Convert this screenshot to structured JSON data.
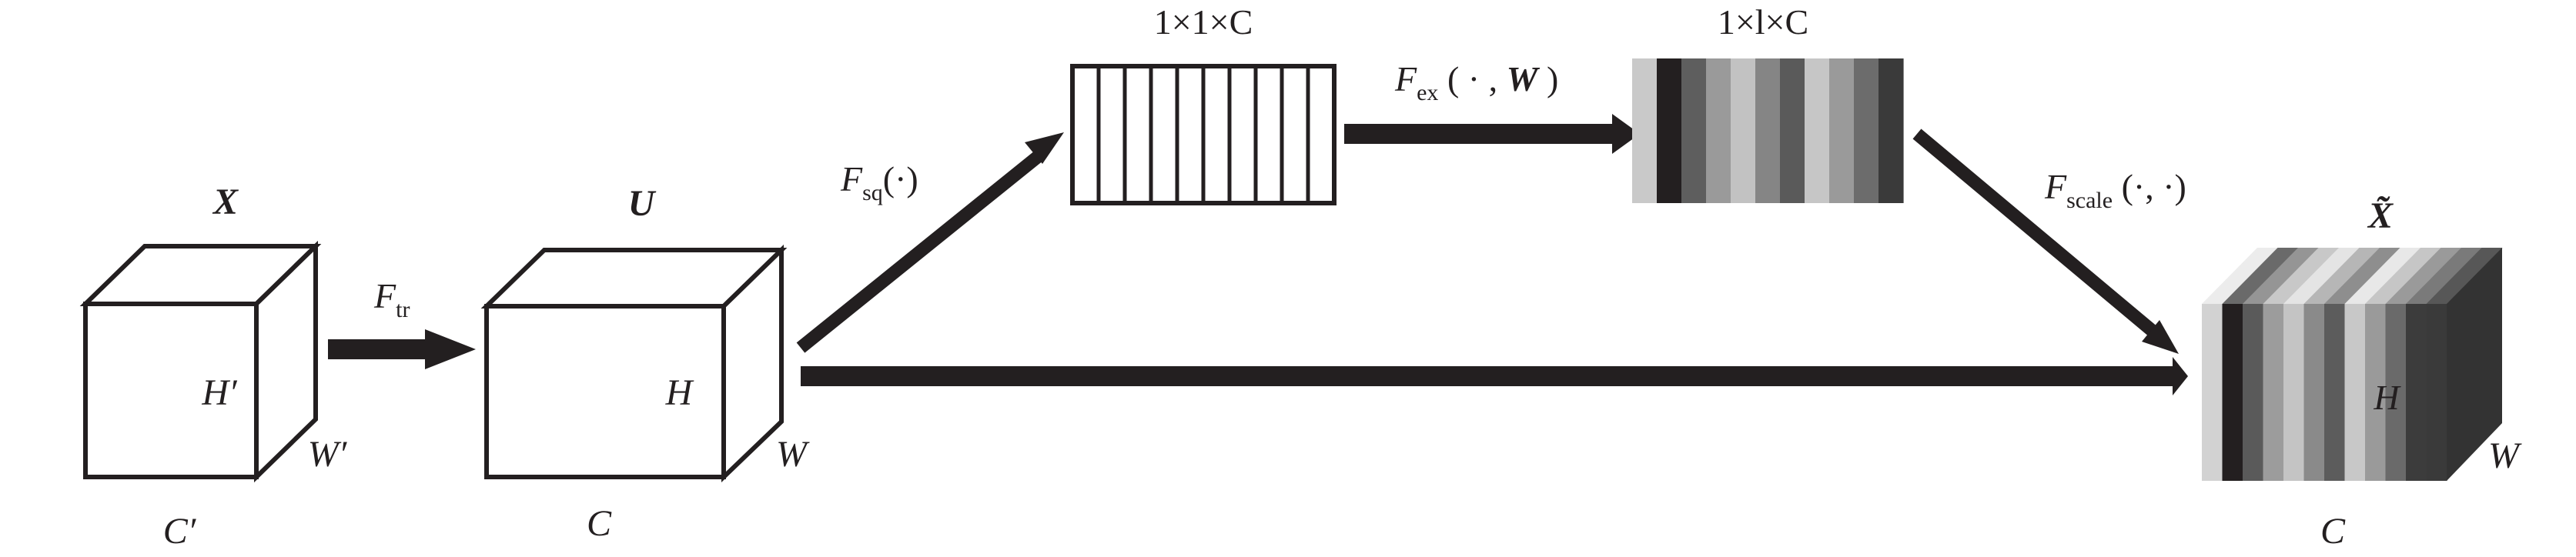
{
  "cube_x": {
    "title": "X",
    "height_label": "H′",
    "width_label": "W′",
    "channel_label": "C′"
  },
  "cube_u": {
    "title": "U",
    "height_label": "H",
    "width_label": "W",
    "channel_label": "C"
  },
  "cube_x_tilde": {
    "title": "X̃",
    "height_label": "H",
    "width_label": "W",
    "channel_label": "C"
  },
  "op_tr": {
    "main": "F",
    "sub": "tr"
  },
  "op_sq": {
    "main": "F",
    "sub": "sq",
    "args": "(·)"
  },
  "op_ex": {
    "main": "F",
    "sub": "ex",
    "args_open": " ( · , ",
    "args_bold": "W",
    "args_close": " )"
  },
  "op_scale": {
    "main": "F",
    "sub": "scale",
    "args": " (·, ·)"
  },
  "squeeze_vector": {
    "label": "1×1×C",
    "strip_count": 10
  },
  "excite_vector": {
    "label": "1×l×C",
    "stripe_colors": [
      "#c9c9c9",
      "#231f20",
      "#5e5e5e",
      "#9a9a9a",
      "#c2c2c2",
      "#858585",
      "#5a5a5a",
      "#c6c6c6",
      "#9a9a9a",
      "#6c6c6c",
      "#3a3a3a"
    ]
  },
  "output_stripes": {
    "front_colors": [
      "#d2d2d2",
      "#231f20",
      "#5a5a5a",
      "#9c9c9c",
      "#c4c4c4",
      "#8a8a8a",
      "#5c5c5c",
      "#c8c8c8",
      "#9a9a9a",
      "#6a6a6a",
      "#3c3c3c",
      "#3a3a3a"
    ],
    "top_colors": [
      "#ececec",
      "#6a6a6a",
      "#959595",
      "#c8c8c8",
      "#e4e4e4",
      "#b6b6b6",
      "#8e8e8e",
      "#e8e8e8",
      "#c6c6c6",
      "#9a9a9a",
      "#7a7a7a",
      "#575757"
    ]
  }
}
